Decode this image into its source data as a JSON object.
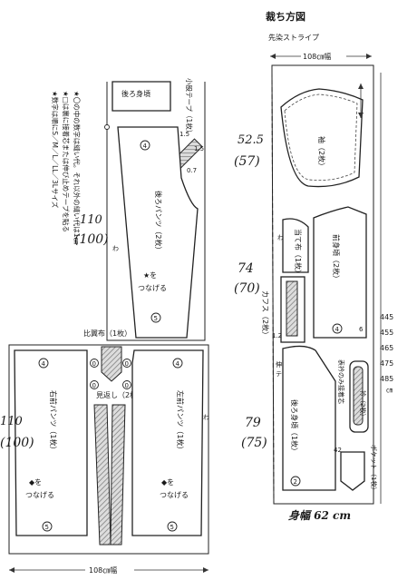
{
  "title": "裁ち方図",
  "fabric": "先染ストライプ",
  "width_label": "108㎝幅",
  "notes": [
    "★〇の中の数字は縫い代。それ以外の縫い代は1㎝",
    "★□は裏に接着芯または伸び止めテープを貼る",
    "★数字は順にS／M／L／LL／3Lサイズ"
  ],
  "pieces": {
    "back_bodice": "後ろ身頃",
    "crotch_tape": "小股テープ（1枚）",
    "back_pants": "後ろパンツ（2枚）",
    "back_pants_star": "★を",
    "back_pants_join": "つなげる",
    "fly_shield": "比翼布（1枚）",
    "right_front": "右前パンツ（1枚）",
    "left_front": "左前パンツ（1枚）",
    "facing": "見返し（2枚）",
    "diamond_join": "◆を",
    "join": "つなげる",
    "sleeve": "袖（2枚）",
    "patch": "当て布（1枚）",
    "cuff": "カフス（2枚）",
    "front_bodice": "前身頃（2枚）",
    "stay_tape": "伸び止め",
    "tape": "テープ",
    "back_bodice2": "後ろ身頃（1枚）",
    "collar_interfacing": "表衿のみ接着芯",
    "collar": "衿（2枚）",
    "pocket": "ポケット（1枚）",
    "fold": "わ"
  },
  "allowances": {
    "a4": "4",
    "a5": "5",
    "a0": "0",
    "a6": "6",
    "a12": "1.2",
    "a15": "1.5",
    "a115": "1.5",
    "a07": "0.7",
    "a2": "2",
    "a42": "42"
  },
  "sizes": [
    "445",
    "455",
    "465",
    "475",
    "485"
  ],
  "size_unit": "㎝",
  "handwritten": {
    "n110": "110",
    "n100": "(100)",
    "n110b": "110",
    "n100b": "(100)",
    "n525": "52.5",
    "n57": "(57)",
    "n74": "74",
    "n70": "(70)",
    "n79": "79",
    "n75": "(75)",
    "body_width": "身幅 62 cm"
  }
}
